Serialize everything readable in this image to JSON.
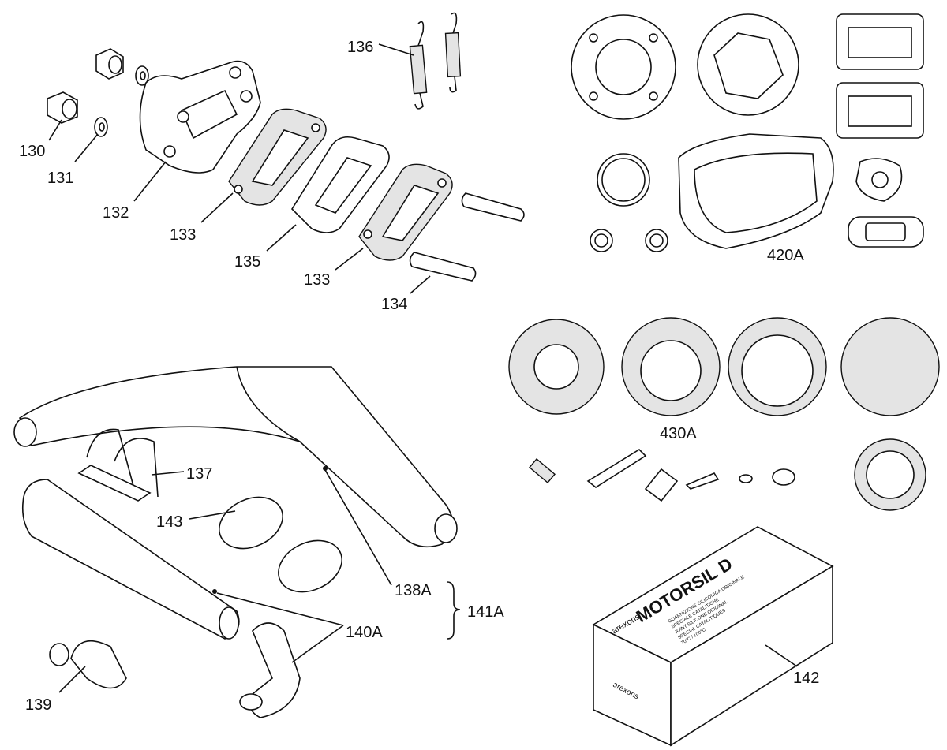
{
  "labels": {
    "p130": "130",
    "p131": "131",
    "p132": "132",
    "p133a": "133",
    "p133b": "133",
    "p134": "134",
    "p135": "135",
    "p136": "136",
    "p137": "137",
    "p138A": "138A",
    "p139": "139",
    "p140A": "140A",
    "p141A": "141A",
    "p142": "142",
    "p143": "143",
    "p420A": "420A",
    "p430A": "430A"
  },
  "box": {
    "brand": "MOTORSIL D",
    "logo": "arexons",
    "lines": [
      "GUARNIZIONE SILICONICA ORIGINALE",
      "SPECIALE CATALITICHE",
      "JOINT SILICONE ORIGINAL",
      "SPECIAL CATALITIQUES",
      "70°C / 100°C"
    ]
  }
}
